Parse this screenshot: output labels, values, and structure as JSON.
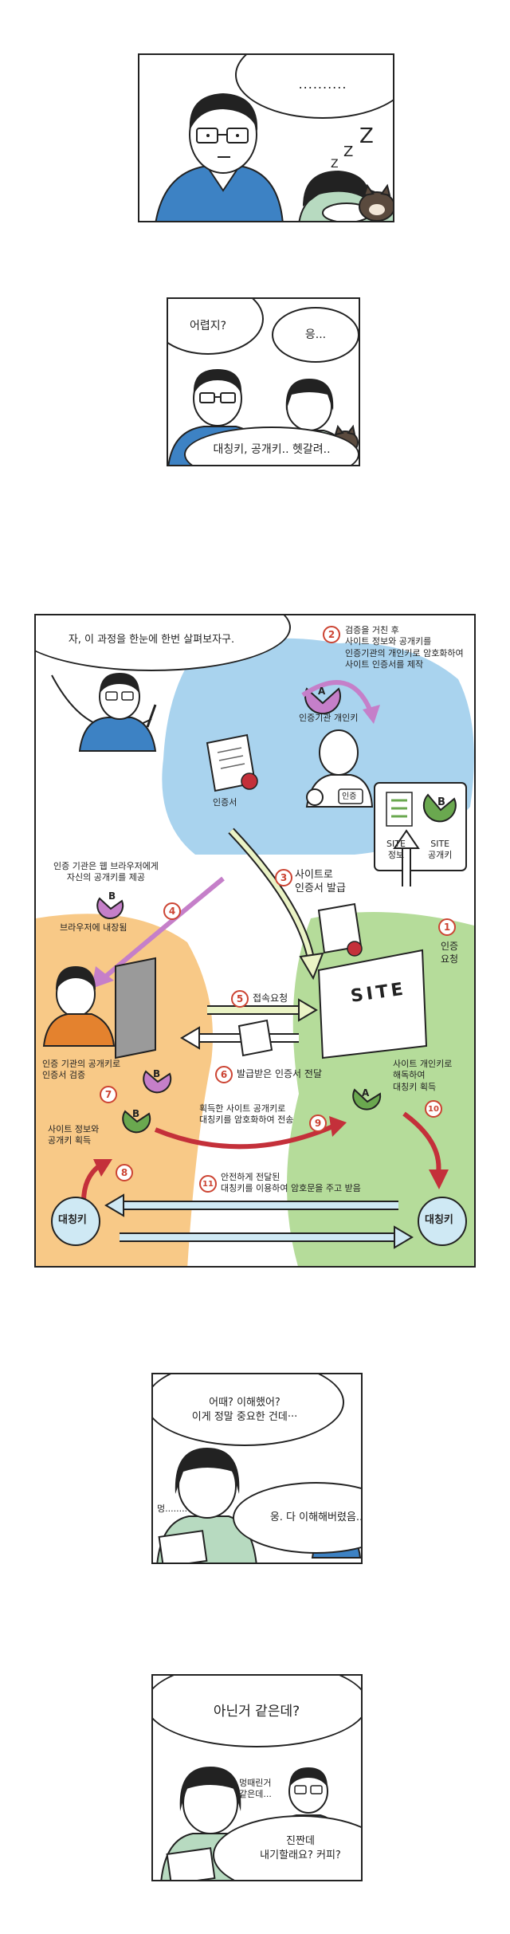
{
  "panel1": {
    "bubble": "..........",
    "snore": [
      "Z",
      "Z",
      "Z"
    ]
  },
  "panel2": {
    "q": "어렵지?",
    "a": "응...",
    "b": "대칭키, 공개키.. 헷갈려.."
  },
  "diagram": {
    "intro": "자, 이 과정을 한눈에 한번 살펴보자구.",
    "step2": "검증을 거친 후\n사이트 정보와 공개키를\n인증기관의 개인키로 암호화하여\n사이트 인증서를 제작",
    "ca_private_key": "인증기관 개인키",
    "certificate": "인증서",
    "seal": "인증",
    "site_info": "SITE\n정보",
    "site_pubkey": "SITE\n공개키",
    "ca_to_browser": "인증 기관은 웹 브라우저에게\n자신의 공개키를 제공",
    "builtin": "브라우저에 내장됨",
    "step3": "사이트로\n인증서 발급",
    "step1": "인증\n요청",
    "step5": "접속요청",
    "site_label": "SITE",
    "verify": "인증 기관의 공개키로\n인증서 검증",
    "step6": "발급받은 인증서 전달",
    "site_decrypt": "사이트 개인키로\n해독하여\n대칭키 획득",
    "get_info": "사이트 정보와\n공개키 획득",
    "step9": "획득한 사이트 공개키로\n대칭키를 암호화하여 전송",
    "step11": "안전하게 전달된\n대칭키를 이용하여 암호문을 주고 받음",
    "symkey": "대칭키",
    "letters": {
      "a": "A",
      "b": "B"
    },
    "numbers": [
      "1",
      "2",
      "3",
      "4",
      "5",
      "6",
      "7",
      "8",
      "9",
      "10",
      "11"
    ]
  },
  "panel4": {
    "q": "어때? 이해했어?\n이게 정말 중요한 건데···",
    "m": "멍........",
    "a": "웅. 다 이해해버렸음.."
  },
  "panel5": {
    "q": "아닌거 같은데?",
    "m": "멍때린거\n같은데...",
    "a": "진짠데\n내기할래요?  커피?"
  },
  "colors": {
    "blue": "#a9d3ee",
    "orange": "#f8c987",
    "green": "#b5dc9a",
    "accent": "#c4303a",
    "purple": "#c57fc9",
    "leaf": "#6aa84f"
  }
}
